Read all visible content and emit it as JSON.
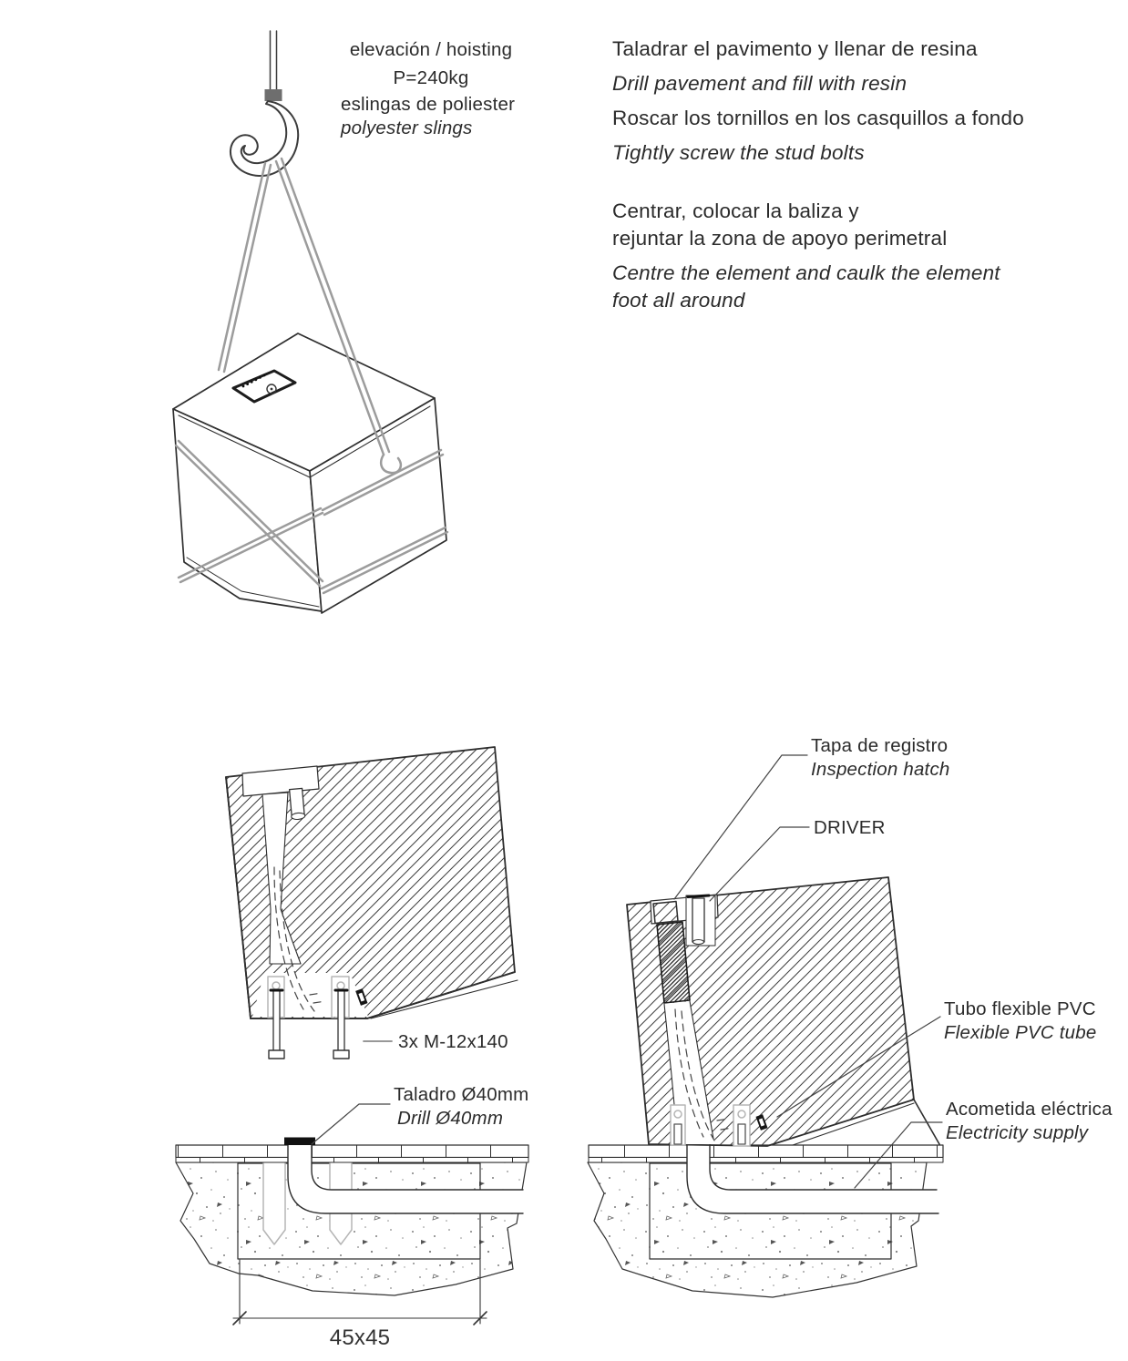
{
  "hoisting": {
    "title": "elevación / hoisting",
    "weight": "P=240kg",
    "slings_es": "eslingas de poliester",
    "slings_en": "polyester slings"
  },
  "instructions": {
    "step1_es": "Taladrar el pavimento y llenar de resina",
    "step1_en": "Drill pavement and fill with resin",
    "step2_es": "Roscar los tornillos en los casquillos a fondo",
    "step2_en": "Tightly screw the stud bolts",
    "step3_es_l1": "Centrar, colocar la baliza y",
    "step3_es_l2": "rejuntar la zona de apoyo perimetral",
    "step3_en_l1": "Centre the element and caulk the element",
    "step3_en_l2": "foot all around"
  },
  "anchor_detail": {
    "bolts": "3x M-12x140",
    "drill_es": "Taladro Ø40mm",
    "drill_en": "Drill Ø40mm",
    "foundation_dim": "45x45"
  },
  "service_detail": {
    "hatch_es": "Tapa de registro",
    "hatch_en": "Inspection hatch",
    "driver": "DRIVER",
    "tube_es": "Tubo flexible PVC",
    "tube_en": "Flexible PVC tube",
    "supply_es": "Acometida eléctrica",
    "supply_en": "Electricity supply"
  },
  "colors": {
    "line": "#2e2e2e",
    "sling": "#9c9c9c",
    "text": "#2b2b2b"
  }
}
